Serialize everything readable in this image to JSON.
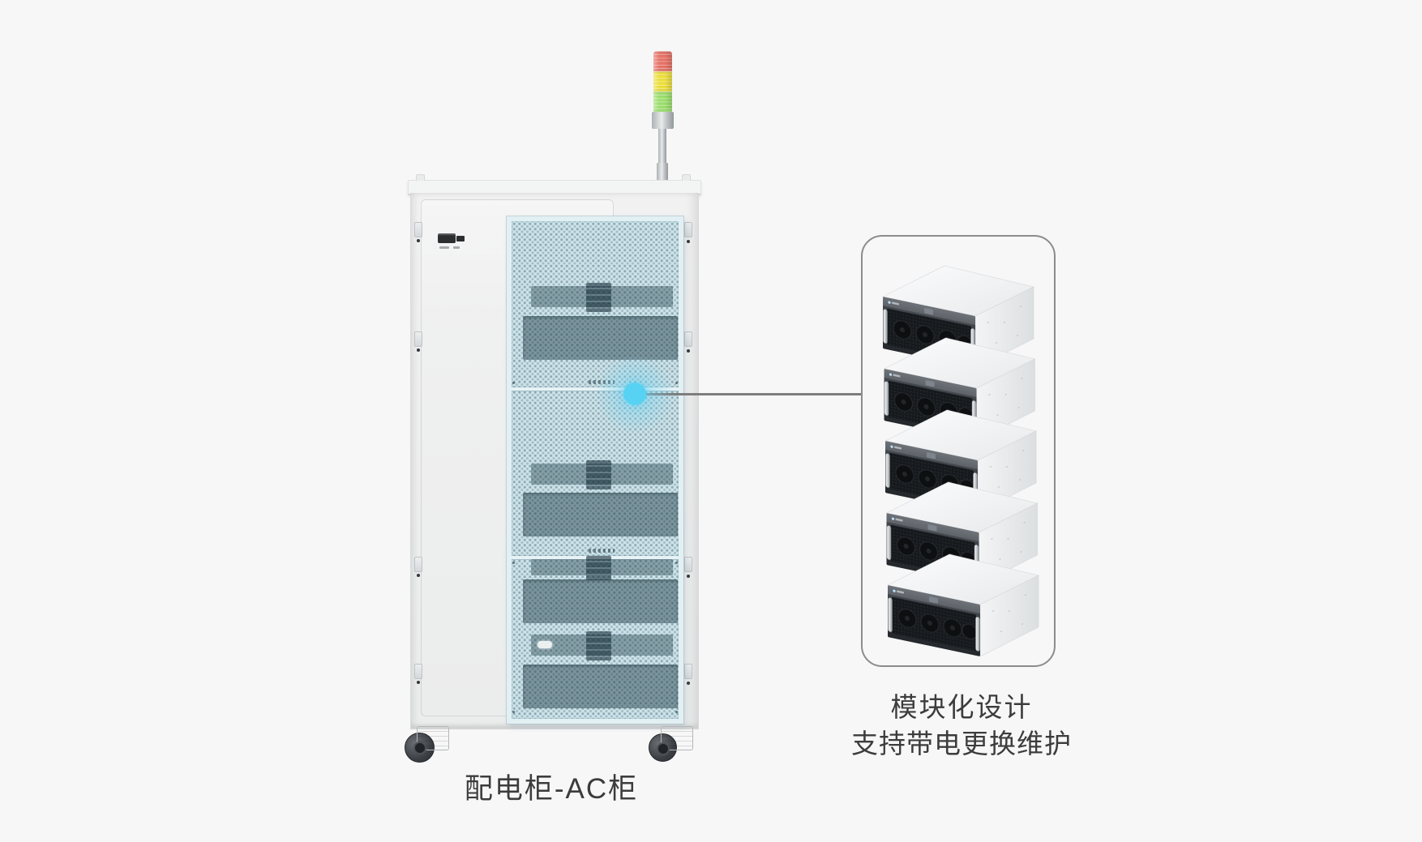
{
  "scene": {
    "background": "#f7f7f7"
  },
  "cabinet": {
    "label": "配电柜-AC柜"
  },
  "callout": {
    "title": "模块化设计",
    "subtitle": "支持带电更换维护",
    "module_count": 5
  },
  "colors": {
    "bg": "#f7f7f7",
    "tower_red": "#ea7468",
    "tower_yellow": "#f0e23e",
    "tower_green": "#9ee26e",
    "mesh_blue": "#cfe4ea",
    "glow_cyan": "#58d2f3",
    "connector_gray": "#7d7d7d",
    "callout_border": "#8c8c8c",
    "text": "#3c3c3c"
  }
}
